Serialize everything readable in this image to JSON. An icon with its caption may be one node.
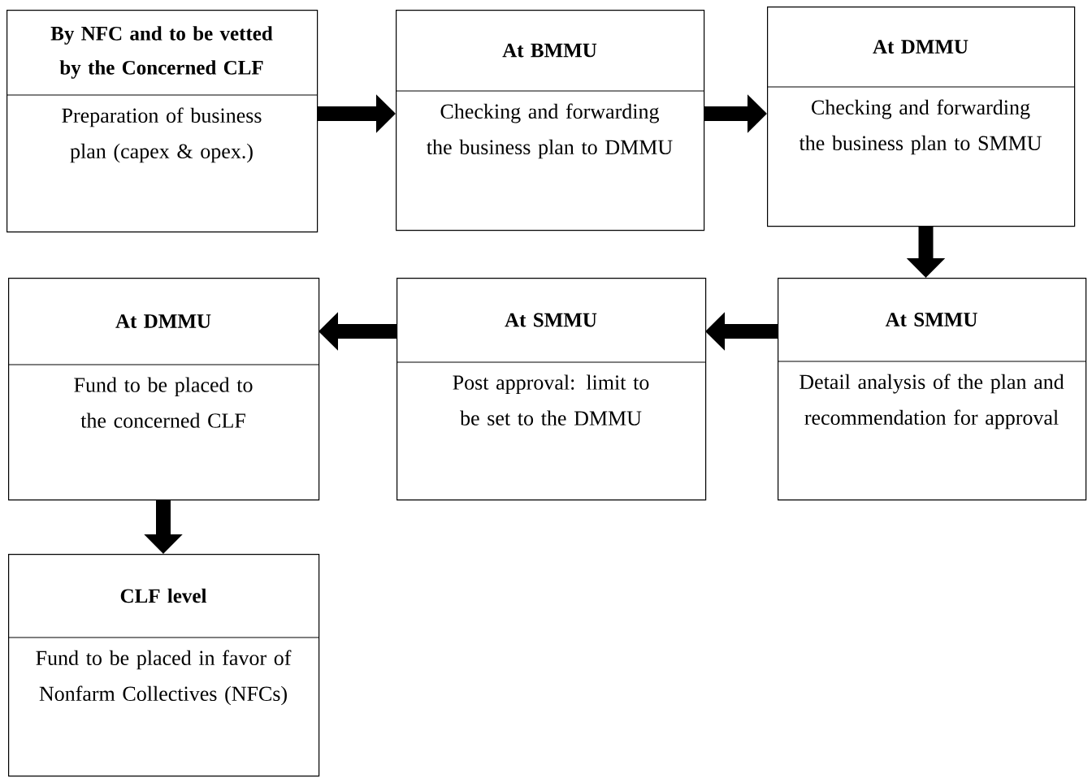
{
  "diagram": {
    "nodes": [
      {
        "text": [
          "By NFC and to be vetted by the Concerned CLF",
          "Preparation of business plan (capex & opex.)"
        ]
      },
      {
        "text": [
          "At BMMU",
          "Checking and forwarding the business plan to DMMU"
        ]
      },
      {
        "text": [
          "At DMMU",
          "Checking and forwarding the business plan to SMMU"
        ]
      },
      {
        "text": [
          "At SMMU",
          "Detail analysis of the plan and recommendation for approval"
        ]
      },
      {
        "text": [
          "At SMMU",
          "Post approval: limit to be set to the DMMU"
        ]
      },
      {
        "text": [
          "At DMMU",
          "Fund to be placed to the concerned CLF"
        ]
      },
      {
        "text": [
          "CLF level",
          "Fund to be placed in favor of Nonfarm Collectives (NFCs)"
        ]
      }
    ],
    "edges": [
      {
        "from": 0,
        "to": 1,
        "arrow": "to"
      },
      {
        "from": 1,
        "to": 2,
        "arrow": "to"
      },
      {
        "from": 2,
        "to": 3,
        "arrow": "to"
      },
      {
        "from": 3,
        "to": 4,
        "arrow": "to"
      },
      {
        "from": 4,
        "to": 5,
        "arrow": "to"
      },
      {
        "from": 5,
        "to": 6,
        "arrow": "to"
      }
    ]
  }
}
